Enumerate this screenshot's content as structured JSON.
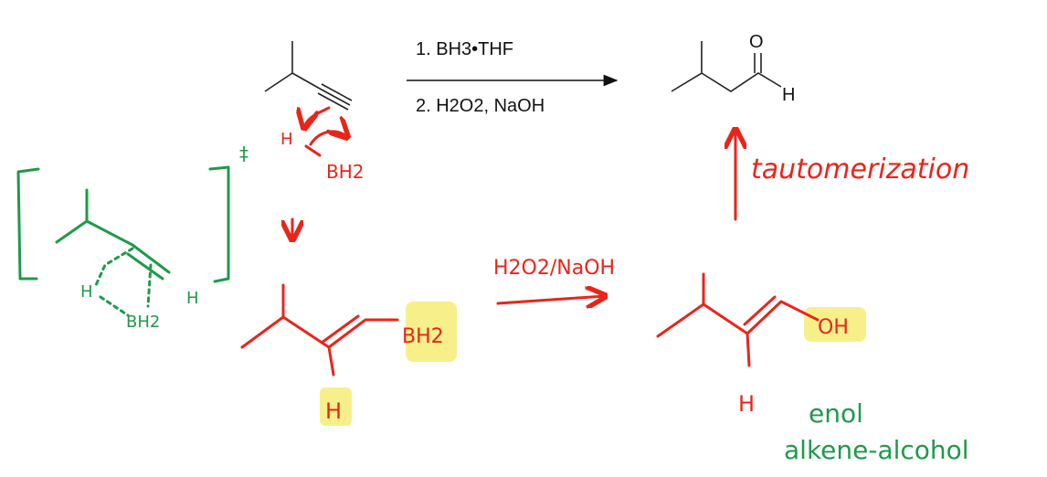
{
  "reaction": {
    "reagent_step1": "1. BH3•THF",
    "reagent_step2": "2. H2O2, NaOH",
    "product_O": "O",
    "product_H": "H"
  },
  "mechanism": {
    "hydride_H": "H",
    "borane": "BH2",
    "vinylborane_BH2": "BH2",
    "vinylborane_H": "H",
    "oxidation_reagent": "H2O2/NaOH",
    "enol_OH": "OH",
    "enol_H": "H",
    "tautomerization_label": "tautomerization",
    "enol_label": "enol",
    "enol_description": "alkene-alcohol"
  },
  "transition_state": {
    "double_dagger": "‡",
    "H_left": "H",
    "H_right": "H",
    "borane": "BH2"
  },
  "colors": {
    "annotation_red": "#e8251b",
    "annotation_green": "#1f9a4a",
    "highlight": "#f7f08a"
  }
}
